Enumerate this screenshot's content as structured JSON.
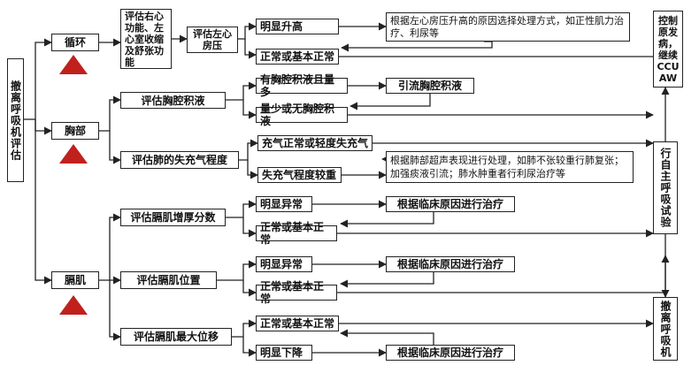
{
  "root": "撤离呼吸机评估",
  "categories": {
    "circulation": "循环",
    "chest": "胸部",
    "diaphragm": "膈肌"
  },
  "circulation": {
    "assess_right": "评估右心功能、左心室收缩及舒张功能",
    "assess_la": "评估左心房压",
    "high": "明显升高",
    "high_action": "根据左心房压升高的原因选择处理方式，如正性肌力治疗、利尿等",
    "normal": "正常或基本正常"
  },
  "chest": {
    "assess_pe": "评估胸腔积液",
    "pe_large": "有胸腔积液且量多",
    "pe_drain": "引流胸腔积液",
    "pe_small": "量少或无胸腔积液",
    "assess_lung": "评估肺的失充气程度",
    "lung_normal": "充气正常或轻度失充气",
    "lung_heavy": "失充气程度较重",
    "lung_action": "根据肺部超声表现进行处理，如肺不张较重行肺复张；加强痰液引流；肺水肿重者行利尿治疗等"
  },
  "diaphragm": {
    "thickening": "评估膈肌增厚分数",
    "position": "评估膈肌位置",
    "excursion": "评估膈肌最大位移",
    "abnormal": "明显异常",
    "decline": "明显下降",
    "normal": "正常或基本正常",
    "clinical": "根据临床原因进行治疗"
  },
  "outcomes": {
    "control": "控制原发病，继续CCUAW",
    "sbt": "行自主呼吸试验",
    "wean": "撤离呼吸机"
  },
  "colors": {
    "triangle": "#c0211c",
    "line": "#222222"
  }
}
